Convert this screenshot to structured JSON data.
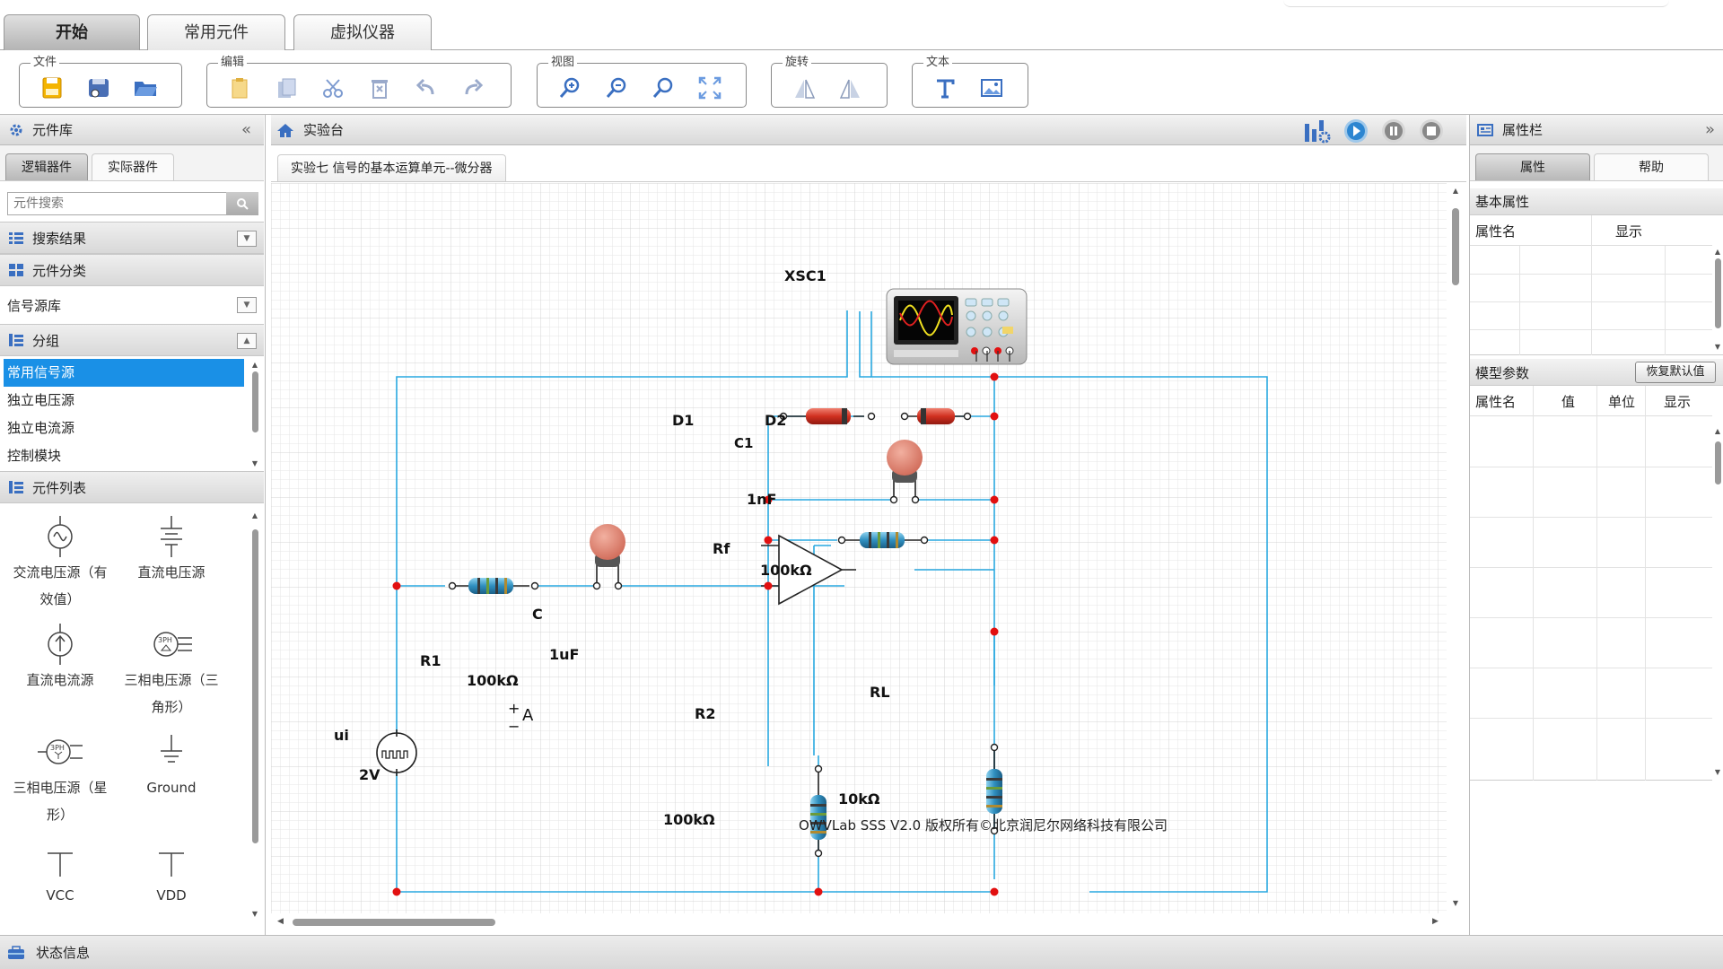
{
  "tabs": [
    {
      "label": "开始",
      "active": true
    },
    {
      "label": "常用元件",
      "active": false
    },
    {
      "label": "虚拟仪器",
      "active": false
    }
  ],
  "ribbon": {
    "groups": [
      {
        "label": "文件",
        "icons": [
          "new-file-icon",
          "save-icon",
          "open-folder-icon"
        ]
      },
      {
        "label": "编辑",
        "icons": [
          "copy-icon",
          "paste-icon",
          "cut-icon",
          "delete-icon",
          "undo-icon",
          "redo-icon"
        ]
      },
      {
        "label": "视图",
        "icons": [
          "zoom-in-icon",
          "zoom-out-icon",
          "zoom-fit-icon",
          "fullscreen-icon"
        ]
      },
      {
        "label": "旋转",
        "icons": [
          "rotate-left-icon",
          "rotate-right-icon"
        ]
      },
      {
        "label": "文本",
        "icons": [
          "text-icon",
          "image-icon"
        ]
      }
    ]
  },
  "left": {
    "title": "元件库",
    "tabs": [
      "逻辑器件",
      "实际器件"
    ],
    "search_placeholder": "元件搜索",
    "sections": {
      "search_results": "搜索结果",
      "category": "元件分类",
      "category_value": "信号源库",
      "group": "分组",
      "list": "元件列表"
    },
    "groups": [
      "常用信号源",
      "独立电压源",
      "独立电流源",
      "控制模块"
    ],
    "components": [
      {
        "label": "交流电压源（有效值）",
        "icon": "ac-voltage-source-icon"
      },
      {
        "label": "直流电压源",
        "icon": "dc-voltage-source-icon"
      },
      {
        "label": "直流电流源",
        "icon": "dc-current-source-icon"
      },
      {
        "label": "三相电压源（三角形）",
        "icon": "three-phase-delta-icon"
      },
      {
        "label": "三相电压源（星形）",
        "icon": "three-phase-star-icon"
      },
      {
        "label": "Ground",
        "icon": "ground-icon"
      },
      {
        "label": "VCC",
        "icon": "vcc-icon"
      },
      {
        "label": "VDD",
        "icon": "vdd-icon"
      }
    ]
  },
  "center": {
    "title": "实验台",
    "doc_tab": "实验七 信号的基本运算单元--微分器",
    "copyright": "OWVLab SSS V2.0 版权所有©北京润尼尔网络科技有限公司",
    "circuit": {
      "labels": {
        "xsc1": "XSC1",
        "d1": "D1",
        "d2": "D2",
        "c1": "C1",
        "c1_val": "1nF",
        "rf": "Rf",
        "rf_val": "100kΩ",
        "c": "C",
        "c_val": "1uF",
        "r1": "R1",
        "r1_val": "100kΩ",
        "opamp": "A",
        "r2": "R2",
        "r2_val": "100kΩ",
        "rl": "RL",
        "rl_val": "10kΩ",
        "ui": "ui",
        "ui_val": "2V",
        "plus": "+",
        "minus": "−"
      }
    }
  },
  "right": {
    "title": "属性栏",
    "tabs": [
      "属性",
      "帮助"
    ],
    "basic": {
      "title": "基本属性",
      "cols": [
        "属性名",
        "显示"
      ]
    },
    "model": {
      "title": "模型参数",
      "reset_button": "恢复默认值",
      "cols": [
        "属性名",
        "值",
        "单位",
        "显示"
      ]
    }
  },
  "status": {
    "label": "状态信息"
  },
  "colors": {
    "wire": "#29a8e0",
    "node": "#e21010",
    "selected": "#1a90e6"
  }
}
